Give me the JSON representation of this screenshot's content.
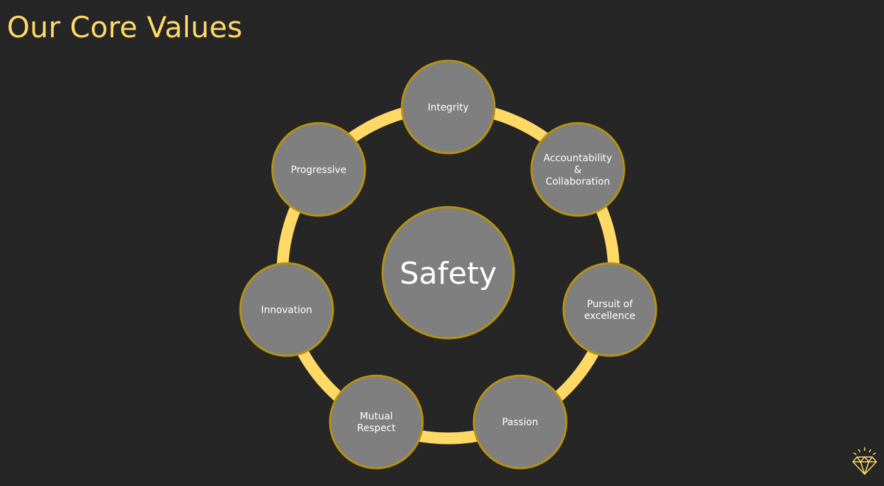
{
  "title": "Our Core Values",
  "colors": {
    "background": "#262626",
    "accent": "#FFD966",
    "ring": "#FFD966",
    "node_fill": "#7F7F7F",
    "node_border": "#B8920E",
    "text": "#FFFFFF"
  },
  "diagram": {
    "center": {
      "label": "Safety"
    },
    "nodes": [
      {
        "lines": [
          "Integrity"
        ]
      },
      {
        "lines": [
          "Accountability",
          "&",
          "Collaboration"
        ]
      },
      {
        "lines": [
          "Pursuit of",
          "excellence"
        ]
      },
      {
        "lines": [
          "Passion"
        ]
      },
      {
        "lines": [
          "Mutual",
          "Respect"
        ]
      },
      {
        "lines": [
          "Innovation"
        ]
      },
      {
        "lines": [
          "Progressive"
        ]
      }
    ]
  },
  "logo": {
    "icon": "diamond-icon"
  }
}
